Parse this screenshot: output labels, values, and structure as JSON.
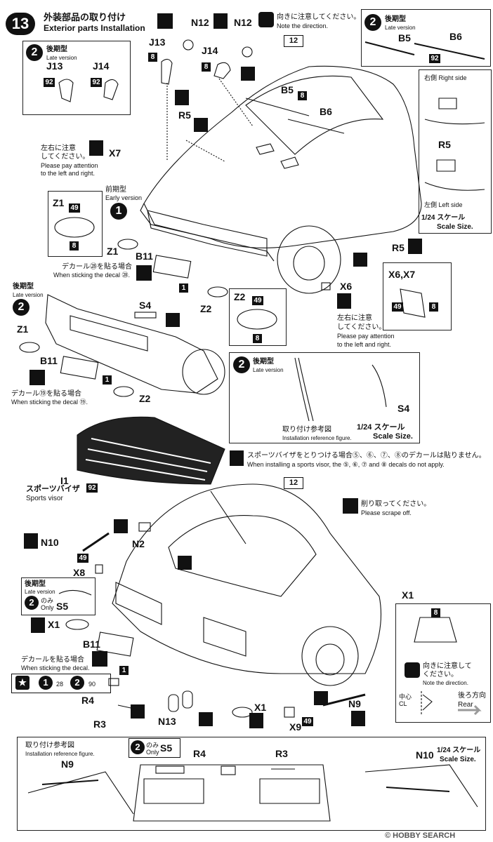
{
  "step": {
    "number": "13",
    "title_jp": "外装部品の取り付け",
    "title_en": "Exterior parts Installation"
  },
  "notes": {
    "direction_jp": "向きに注意してください。",
    "direction_en": "Note the direction.",
    "lr_jp_1": "左右に注意",
    "lr_jp_2": "してください。",
    "lr_en_1": "Please pay attention",
    "lr_en_2": "to the left and right.",
    "lr2_jp_1": "左右に注意",
    "lr2_jp_2": "してください。",
    "lr2_en_1": "Please pay attention",
    "lr2_en_2": "to the left and right.",
    "decal28_jp": "デカール㉘を貼る場合",
    "decal28_en": "When sticking the decal ㉘.",
    "decal90_jp": "デカール⑲を貼る場合",
    "decal90_en": "When sticking the decal ⑲.",
    "decal_jp": "デカールを貼る場合",
    "decal_en": "When sticking the decal.",
    "visor_jp": "スポーツバイザをとりつける場合⑤、⑥、⑦、⑧のデカールは貼りません。",
    "visor_en": "When installing a sports visor, the ⑤, ⑥, ⑦ and ⑧ decals do not apply.",
    "scrape_jp": "削り取ってください。",
    "scrape_en": "Please scrape off.",
    "direction2_jp": "向きに注意して",
    "direction2_jp_b": "ください。",
    "direction2_en": "Note the direction."
  },
  "version": {
    "late_jp": "後期型",
    "late_en": "Late version",
    "early_jp": "前期型",
    "early_en": "Early version",
    "late2_jp": "後期型",
    "late2_en": "Late version",
    "only_jp": "のみ",
    "only_en": "Only"
  },
  "parts": {
    "N12a": "N12",
    "N12b": "N12",
    "J13": "J13",
    "J14": "J14",
    "J13b": "J13",
    "J14b": "J14",
    "B5": "B5",
    "B6": "B6",
    "B5b": "B5",
    "B6b": "B6",
    "R5": "R5",
    "R5b": "R5",
    "R5c": "R5",
    "X7": "X7",
    "Z1": "Z1",
    "Z1b": "Z1",
    "Z1c": "Z1",
    "Z1d": "Z1",
    "Z2": "Z2",
    "Z2b": "Z2",
    "Z2c": "Z2",
    "B11": "B11",
    "B11b": "B11",
    "B11c": "B11",
    "S4": "S4",
    "S4b": "S4",
    "X6": "X6",
    "X6X7": "X6,X7",
    "I1": "I1",
    "N10": "N10",
    "N10b": "N10",
    "N2": "N2",
    "X8": "X8",
    "S5": "S5",
    "S5b": "S5",
    "X1": "X1",
    "X1b": "X1",
    "X1c": "X1",
    "R4": "R4",
    "R4b": "R4",
    "R3": "R3",
    "R3b": "R3",
    "N13": "N13",
    "X9": "X9",
    "N9": "N9",
    "N9b": "N9"
  },
  "numbers": {
    "n8": "8",
    "n92": "92",
    "n49": "49",
    "n12": "12",
    "n1": "1",
    "n2": "2",
    "n28": "28",
    "n90": "90"
  },
  "side": {
    "right_jp": "右側",
    "right_en": "Right side",
    "left_jp": "左側",
    "left_en": "Left side"
  },
  "scale": {
    "jp": "1/24 スケール",
    "en": "Scale Size."
  },
  "reference": {
    "jp": "取り付け参考図",
    "en": "Installation reference figure."
  },
  "visor": {
    "jp": "スポーツバイザ",
    "en": "Sports visor"
  },
  "direction_guide": {
    "center_jp": "中心",
    "center_en": "CL",
    "rear_jp": "後ろ方向",
    "rear_en": "Rear"
  },
  "watermark": "© HOBBY SEARCH",
  "colors": {
    "ink": "#111111",
    "accent": "#9a9a9a"
  }
}
